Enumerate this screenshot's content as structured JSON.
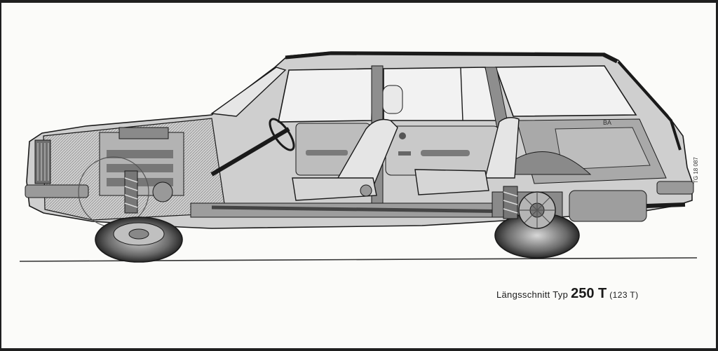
{
  "caption": {
    "prefix": "Längsschnitt Typ",
    "model": "250 T",
    "variant": "(123 T)"
  },
  "image_code": "TG 18 087",
  "badge": "BA",
  "colors": {
    "paper": "#fbfbf9",
    "ink": "#1a1a1a",
    "body_shade": "#9a9a9a",
    "interior_shade": "#c4c4c4",
    "frame": "#1f1f1f"
  }
}
